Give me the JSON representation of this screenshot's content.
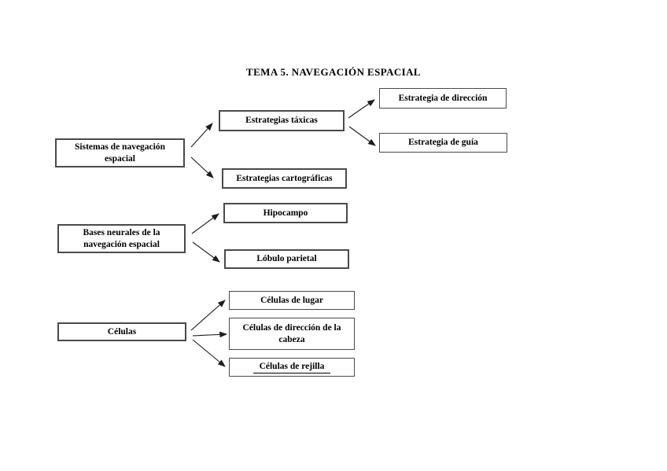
{
  "page": {
    "title": "TEMA 5. NAVEGACIÓN ESPACIAL",
    "background_color": "#ffffff",
    "text_color": "#000000",
    "box_border_color": "#4a4a4a",
    "arrow_color": "#1c1c1c"
  },
  "nodes": {
    "sistemas": {
      "label": "Sistemas de navegación espacial"
    },
    "taxicas": {
      "label": "Estrategias táxicas"
    },
    "direccion": {
      "label": "Estrategia de dirección"
    },
    "guia": {
      "label": "Estrategia de guía"
    },
    "cartograficas": {
      "label": "Estrategias cartográficas"
    },
    "bases": {
      "label": "Bases neurales de la navegación espacial"
    },
    "hipocampo": {
      "label": "Hipocampo"
    },
    "lobulo": {
      "label": "Lóbulo parietal"
    },
    "celulas": {
      "label": "Células"
    },
    "lugar": {
      "label": "Células de lugar"
    },
    "cabeza": {
      "label": "Células de dirección de la cabeza"
    },
    "rejilla": {
      "label": "Células de rejilla"
    }
  },
  "edges": [
    {
      "from": "sistemas",
      "to": "taxicas"
    },
    {
      "from": "sistemas",
      "to": "cartograficas"
    },
    {
      "from": "taxicas",
      "to": "direccion"
    },
    {
      "from": "taxicas",
      "to": "guia"
    },
    {
      "from": "bases",
      "to": "hipocampo"
    },
    {
      "from": "bases",
      "to": "lobulo"
    },
    {
      "from": "celulas",
      "to": "lugar"
    },
    {
      "from": "celulas",
      "to": "cabeza"
    },
    {
      "from": "celulas",
      "to": "rejilla"
    }
  ]
}
